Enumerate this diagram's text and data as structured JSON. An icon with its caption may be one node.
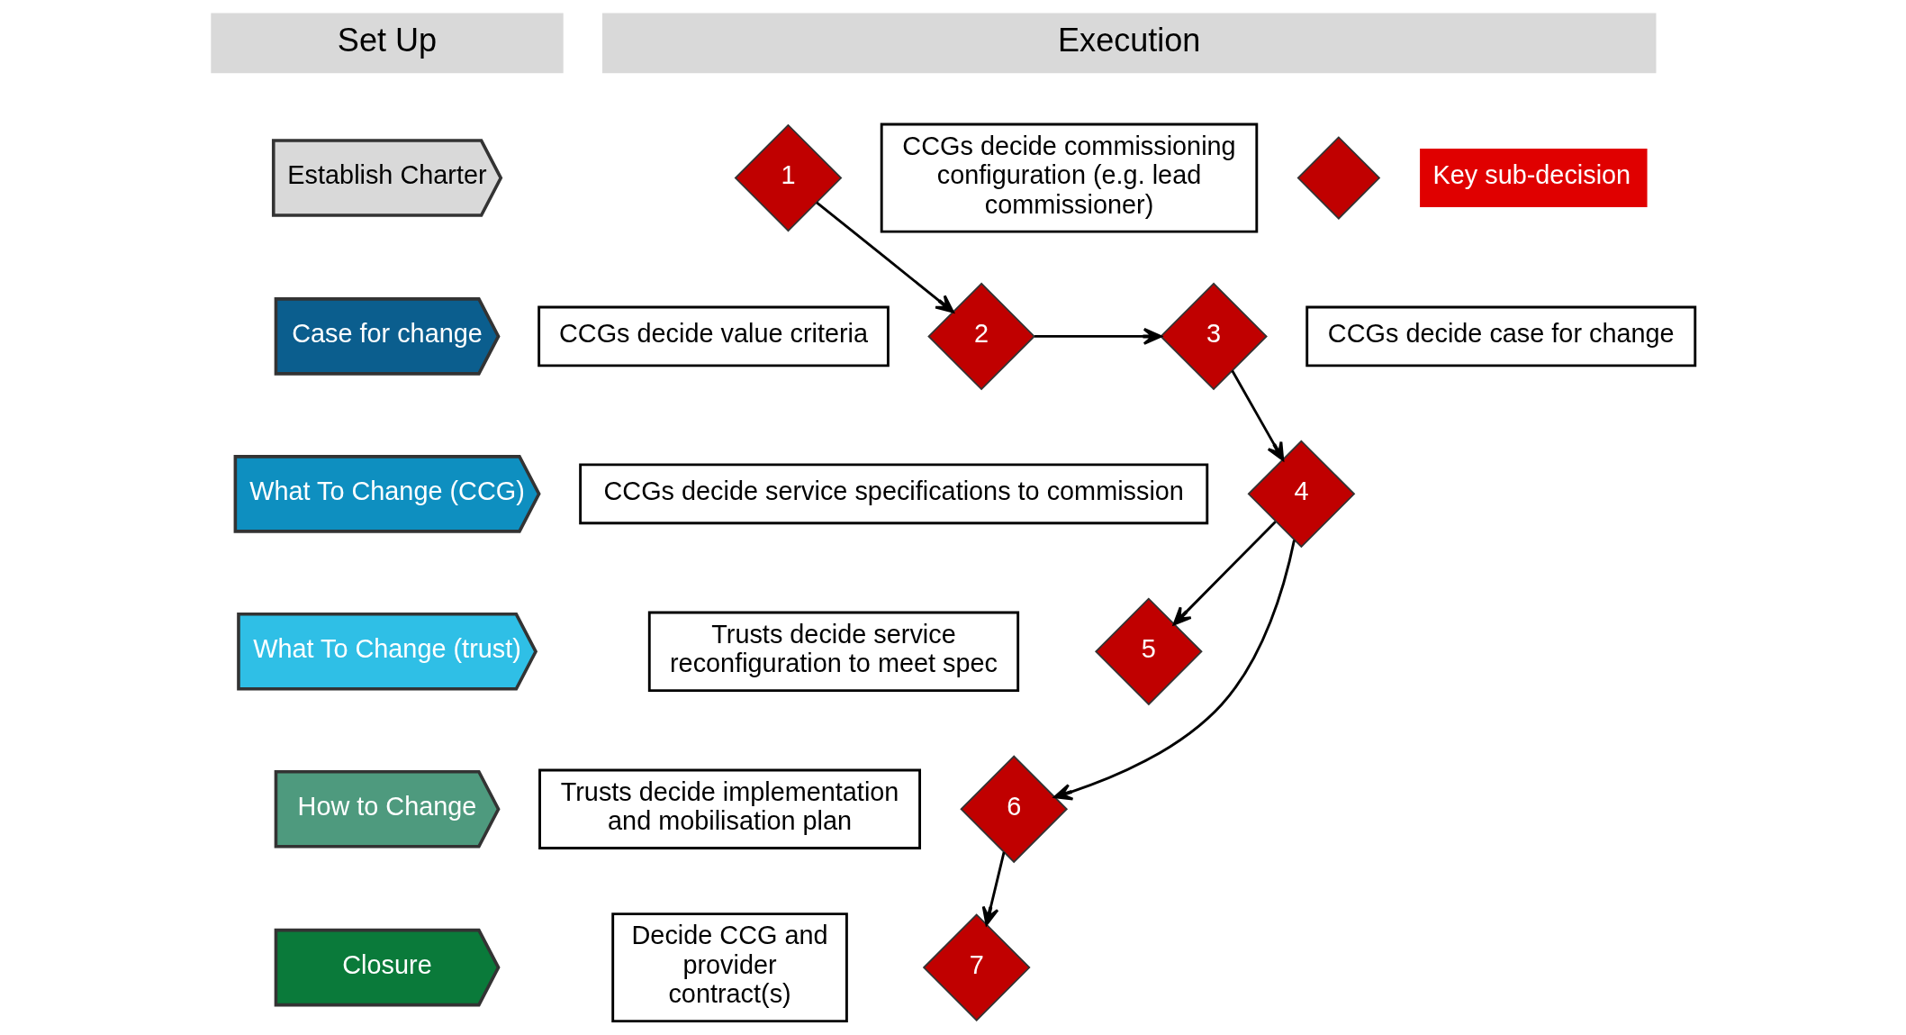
{
  "diagram": {
    "nodes": [
      {
        "text": [
          "Set Up"
        ]
      },
      {
        "text": [
          "Execution"
        ]
      },
      {
        "text": [
          "Establish Charter"
        ]
      },
      {
        "text": [
          "Case for change"
        ]
      },
      {
        "text": [
          "What To Change (CCG)"
        ]
      },
      {
        "text": [
          "What To Change (trust)"
        ]
      },
      {
        "text": [
          "How to Change"
        ]
      },
      {
        "text": [
          "Closure"
        ]
      },
      {
        "text": [
          "1"
        ]
      },
      {
        "text": [
          "CCGs decide commissioning configuration (e.g. lead commissioner)"
        ]
      },
      {
        "text": [
          "CCGs decide value criteria"
        ]
      },
      {
        "text": [
          "2"
        ]
      },
      {
        "text": [
          "3"
        ]
      },
      {
        "text": [
          "CCGs decide case for change"
        ]
      },
      {
        "text": [
          "CCGs decide service specifications to commission"
        ]
      },
      {
        "text": [
          "4"
        ]
      },
      {
        "text": [
          "Trusts decide service reconfiguration to meet spec"
        ]
      },
      {
        "text": [
          "5"
        ]
      },
      {
        "text": [
          "Trusts decide implementation and mobilisation plan"
        ]
      },
      {
        "text": [
          "6"
        ]
      },
      {
        "text": [
          "Decide CCG and provider contract(s)"
        ]
      },
      {
        "text": [
          "7"
        ]
      },
      {
        "text": [],
        "shape": "diamond"
      }
    ],
    "edges": [
      {
        "from": 8,
        "to": 11,
        "arrow": "to"
      },
      {
        "from": 11,
        "to": 12,
        "arrow": "to"
      },
      {
        "from": 12,
        "to": 15,
        "arrow": "to"
      },
      {
        "from": 15,
        "to": 17,
        "arrow": "to"
      },
      {
        "from": 15,
        "to": 19,
        "arrow": "to"
      },
      {
        "from": 19,
        "to": 21,
        "arrow": "to"
      }
    ],
    "legend": [
      {
        "text": "Key sub-decision"
      }
    ]
  }
}
